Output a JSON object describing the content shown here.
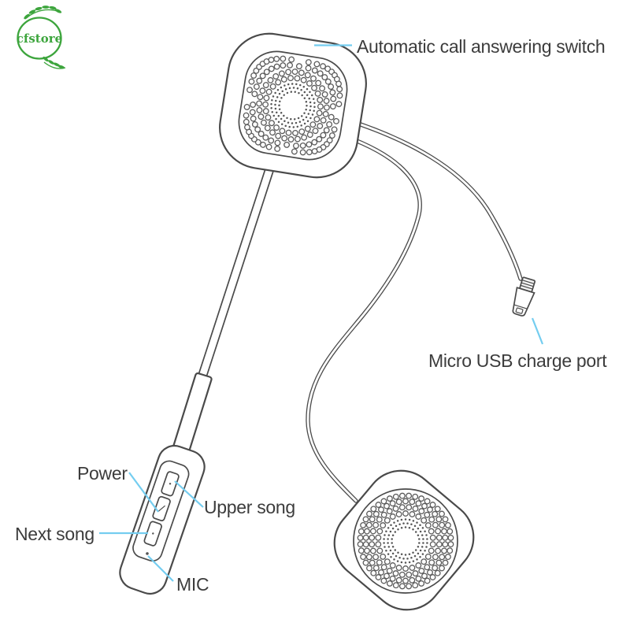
{
  "logo": {
    "text": "cfstore"
  },
  "labels": {
    "auto_call": "Automatic call answering switch",
    "micro_usb": "Micro USB charge port",
    "power": "Power",
    "upper_song": "Upper song",
    "next_song": "Next song",
    "mic": "MIC"
  },
  "colors": {
    "leader_line": "#74cdf0",
    "line_gray": "#4a4a4a",
    "text_gray": "#3c3c3c",
    "logo_green": "#3da53d",
    "background": "#ffffff"
  }
}
